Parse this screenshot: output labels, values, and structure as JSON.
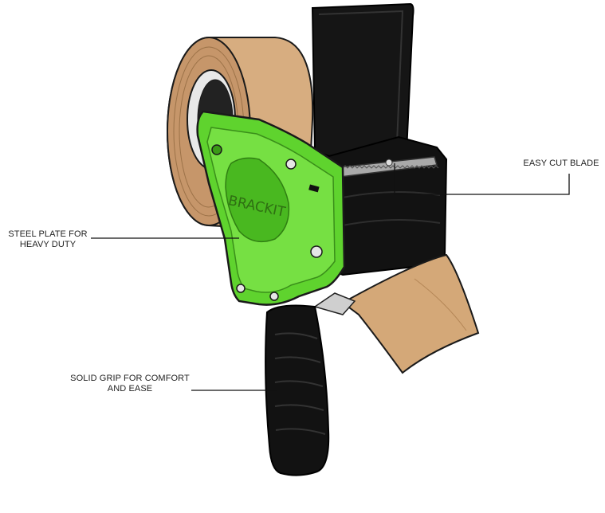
{
  "brand_logo_text": "BRACKIT",
  "callouts": {
    "blade": {
      "lines": [
        "EASY CUT BLADE"
      ]
    },
    "plate": {
      "lines": [
        "STEEL PLATE FOR",
        "HEAVY DUTY"
      ]
    },
    "grip": {
      "lines": [
        "SOLID GRIP FOR COMFORT",
        "AND EASE"
      ]
    }
  },
  "colors": {
    "body_black": "#111111",
    "plate_green": "#5fd32e",
    "tape_brown": "#cfa579",
    "blade_grey": "#9a9a9a",
    "leader_line": "#111111",
    "background": "#ffffff"
  }
}
